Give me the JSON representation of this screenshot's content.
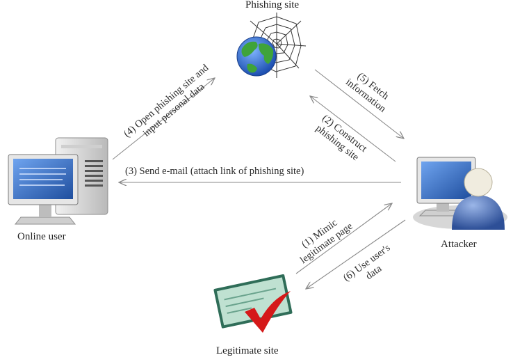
{
  "nodes": {
    "phishing_site": "Phishing site",
    "online_user": "Online user",
    "attacker": "Attacker",
    "legitimate_site": "Legitimate site"
  },
  "edges": {
    "step1": [
      "(1) Mimic",
      "legitimate page"
    ],
    "step2": [
      "(2) Construct",
      "phishing site"
    ],
    "step3": "(3) Send e-mail (attach link of phishing site)",
    "step4": [
      "(4) Open phishing site and",
      "input personal data"
    ],
    "step5": [
      "(5) Fetch",
      "information"
    ],
    "step6": [
      "(6) Use user's",
      "data"
    ]
  },
  "colors": {
    "arrow": "#8a8a8a",
    "text": "#2b2b2b",
    "globe_ocean": "#2f6fd6",
    "globe_land": "#3fa33a",
    "screen_blue": "#2f63b8",
    "check_red": "#d51919",
    "card_green": "#bfe1d1"
  },
  "icons": [
    "globe-spiderweb-icon",
    "desktop-computer-icon",
    "attacker-computer-icon",
    "check-card-icon"
  ]
}
